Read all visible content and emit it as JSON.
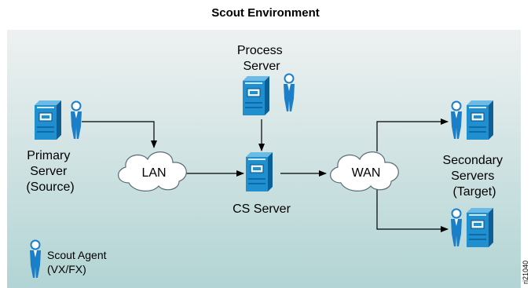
{
  "title": "Scout Environment",
  "nodes": {
    "primary": {
      "label_lines": [
        "Primary",
        "Server",
        "(Source)"
      ]
    },
    "process": {
      "label_lines": [
        "Process",
        "Server"
      ]
    },
    "cs": {
      "label": "CS Server"
    },
    "secondary": {
      "label_lines": [
        "Secondary",
        "Servers",
        "(Target)"
      ]
    }
  },
  "clouds": {
    "lan": "LAN",
    "wan": "WAN"
  },
  "legend": {
    "label_lines": [
      "Scout Agent",
      "(VX/FX)"
    ]
  },
  "figure_id": "ri21040",
  "colors": {
    "bg_top": "#eef1f1",
    "bg_bottom": "#b2d4d4",
    "server_front": "#1f8fd0",
    "server_side": "#0d5f98",
    "person": "#1a7fc8"
  }
}
